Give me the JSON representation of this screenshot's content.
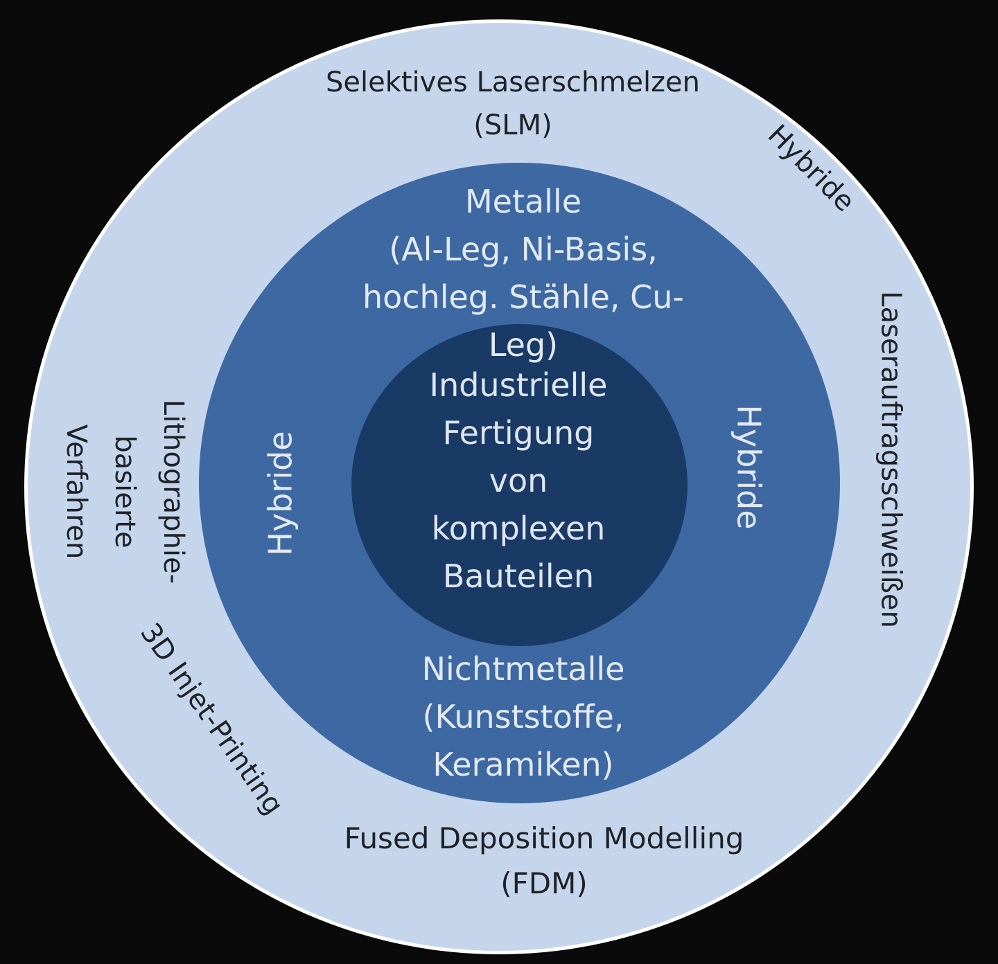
{
  "colors": {
    "background": "#0a0a0b",
    "outer_ring": "#c5d6ec",
    "outer_border": "#ffffff",
    "middle_ring": "#3e68a2",
    "inner_core": "#1a3a66"
  },
  "outer_ring": {
    "slm": "Selektives Laserschmelzen\n(SLM)",
    "hybride_top_right": "Hybride",
    "laserauftrag": "Laserauftragsschweißen",
    "lithographie": "Lithographie-\nbasierte\nVerfahren",
    "inkjet": "3D Injet-Printing",
    "fdm": "Fused Deposition Modelling\n(FDM)"
  },
  "middle_ring": {
    "metalle": "Metalle\n(Al-Leg, Ni-Basis,\nhochleg. Stähle, Cu-\nLeg)",
    "hybride_left": "Hybride",
    "hybride_right": "Hybride",
    "nichtmetalle": "Nichtmetalle\n(Kunststoffe,\nKeramiken)"
  },
  "core": {
    "text": "Industrielle\nFertigung\nvon\nkomplexen\nBauteilen"
  }
}
